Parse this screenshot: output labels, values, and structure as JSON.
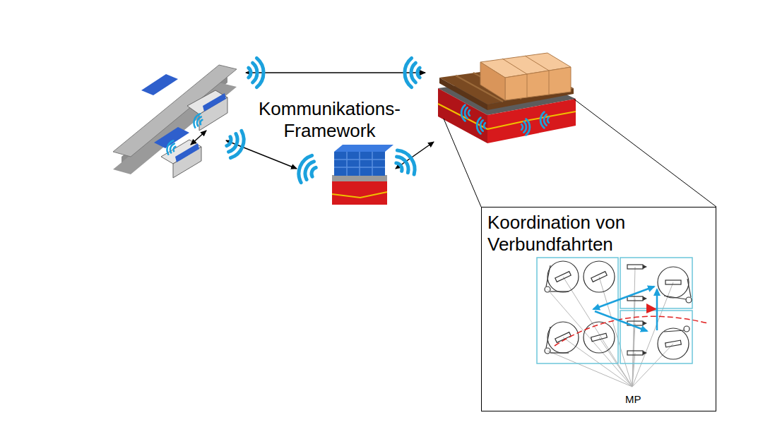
{
  "diagram": {
    "nodes": [
      {
        "text": [
          "Kommunikations- Framework"
        ]
      },
      {
        "text": [
          "Koordination von Verbundfahrten"
        ]
      }
    ],
    "labels": [
      "MP"
    ]
  }
}
